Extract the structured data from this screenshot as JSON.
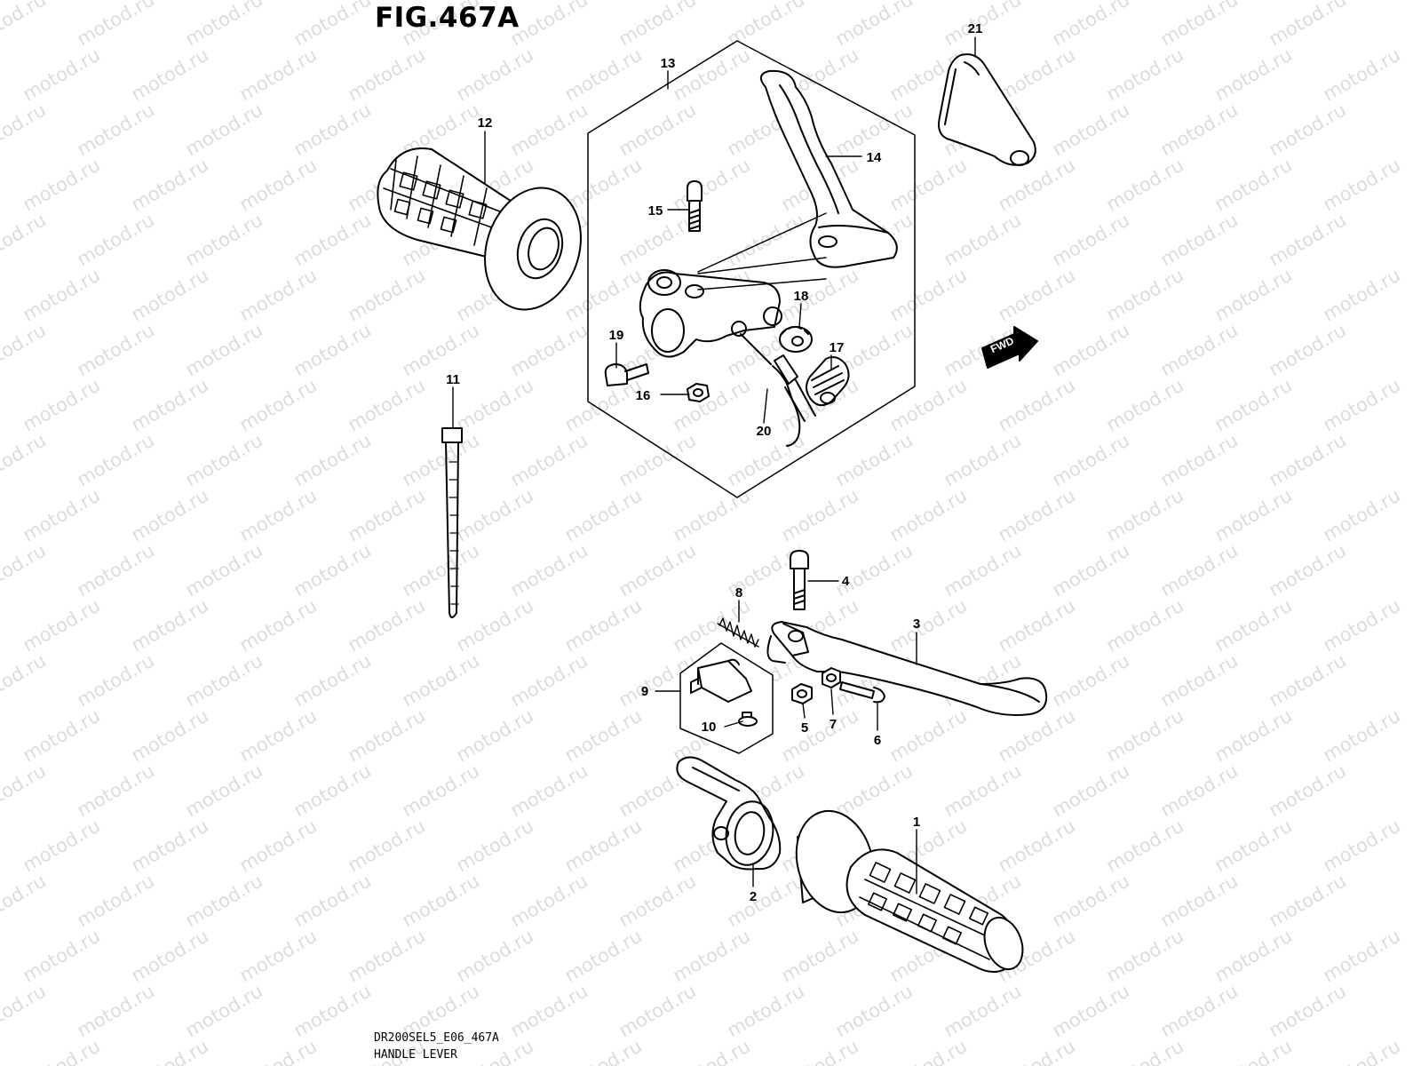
{
  "figure": {
    "title": "FIG.467A",
    "code": "DR200SEL5_E06_467A",
    "caption": "HANDLE LEVER",
    "watermark": "motod.ru",
    "direction_badge": "FWD"
  },
  "callouts": [
    {
      "id": "1",
      "label": "1"
    },
    {
      "id": "2",
      "label": "2"
    },
    {
      "id": "3",
      "label": "3"
    },
    {
      "id": "4",
      "label": "4"
    },
    {
      "id": "5",
      "label": "5"
    },
    {
      "id": "6",
      "label": "6"
    },
    {
      "id": "7",
      "label": "7"
    },
    {
      "id": "8",
      "label": "8"
    },
    {
      "id": "9",
      "label": "9"
    },
    {
      "id": "10",
      "label": "10"
    },
    {
      "id": "11",
      "label": "11"
    },
    {
      "id": "12",
      "label": "12"
    },
    {
      "id": "13",
      "label": "13"
    },
    {
      "id": "14",
      "label": "14"
    },
    {
      "id": "15",
      "label": "15"
    },
    {
      "id": "16",
      "label": "16"
    },
    {
      "id": "17",
      "label": "17"
    },
    {
      "id": "18",
      "label": "18"
    },
    {
      "id": "19",
      "label": "19"
    },
    {
      "id": "20",
      "label": "20"
    },
    {
      "id": "21",
      "label": "21"
    }
  ],
  "colors": {
    "ink": "#000000",
    "paper": "#ffffff",
    "watermark": "#dcdcdc"
  }
}
